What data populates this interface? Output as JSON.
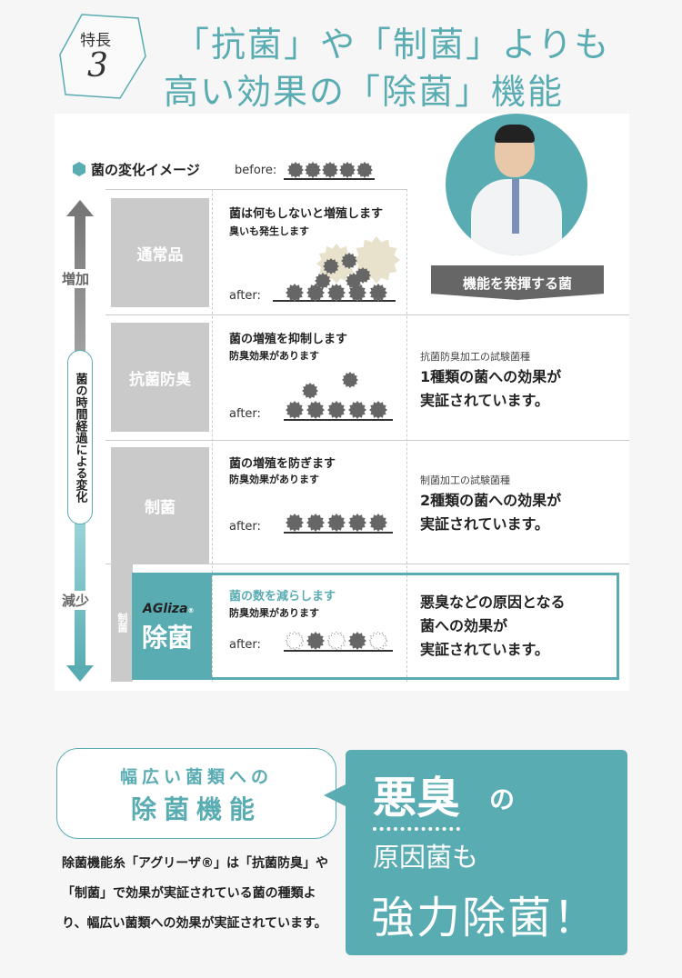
{
  "badge": {
    "label": "特長",
    "number": "3"
  },
  "title": {
    "line1": "「抗菌」や「制菌」よりも",
    "line2": "高い効果の「除菌」機能"
  },
  "legend": {
    "label": "菌の変化イメージ",
    "before": "before:"
  },
  "axis": {
    "top": "増加",
    "bottom": "減少",
    "caption": "菌の時間経過による変化"
  },
  "banner": "機能を発揮する菌",
  "rows": [
    {
      "label": "通常品",
      "desc1": "菌は何もしないと増殖します",
      "desc2": "臭いも発生します",
      "after": "after:",
      "note": "",
      "result": ""
    },
    {
      "label": "抗菌防臭",
      "desc1": "菌の増殖を抑制します",
      "desc2": "防臭効果があります",
      "after": "after:",
      "note": "抗菌防臭加工の試験菌種",
      "result": "1種類の菌への効果が\n実証されています。"
    },
    {
      "label": "制菌",
      "desc1": "菌の増殖を防ぎます",
      "desc2": "防臭効果があります",
      "after": "after:",
      "note": "制菌加工の試験菌種",
      "result": "2種類の菌への効果が\n実証されています。"
    },
    {
      "label": "除菌",
      "brand": "AGliza",
      "reg": "®",
      "side": "制菌",
      "desc1": "菌の数を減らします",
      "desc2": "防臭効果があります",
      "after": "after:",
      "note": "",
      "result": "悪臭などの原因となる\n菌への効果が\n実証されています。"
    }
  ],
  "bubble": {
    "line1": "幅広い菌類への",
    "line2": "除菌機能"
  },
  "paragraph": "除菌機能糸「アグリーザ®」は「抗菌防臭」や「制菌」で効果が実証されている菌の種類より、幅広い菌類への効果が実証されています。",
  "callout": {
    "big1": "悪臭",
    "no": "の",
    "line2": "原因菌も",
    "line3": "強力除菌！"
  },
  "colors": {
    "teal": "#5aacb3",
    "gray": "#cacaca",
    "dark": "#666666"
  }
}
